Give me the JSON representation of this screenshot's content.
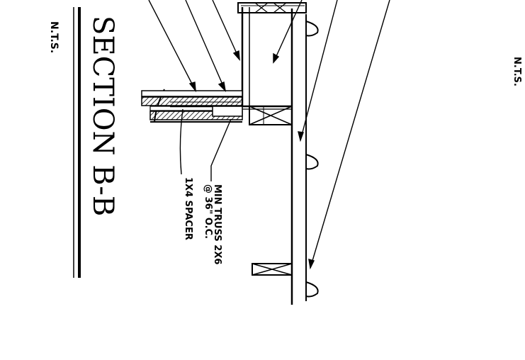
{
  "section": {
    "title": "SECTION B-B",
    "scale_left": "N.T.S.",
    "scale_right": "N.T.S."
  },
  "notes": {
    "truss_line1": "MIN TRUSS 2X6",
    "truss_line2": "@ 36\" O.C.",
    "spacer": "1X4 SPACER"
  }
}
